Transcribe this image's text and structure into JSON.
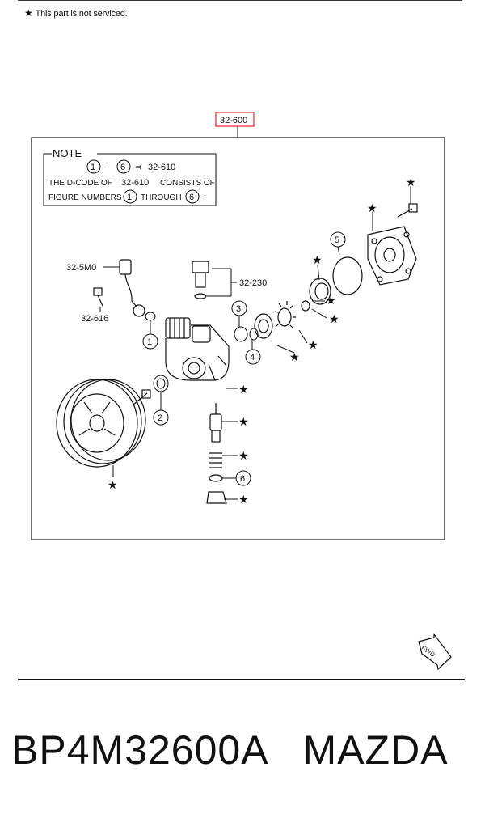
{
  "legend": {
    "star_symbol": "★",
    "text": "This part is not serviced."
  },
  "assembly_code": "32-600",
  "note": {
    "title": "NOTE",
    "range_start": "1",
    "range_end": "6",
    "arrow": "⇒",
    "range_code": "32-610",
    "line2_a": "THE D-CODE OF",
    "line2_code": "32-610",
    "line2_b": "CONSISTS OF",
    "line3_a": "FIGURE NUMBERS",
    "line3_n1": "1",
    "line3_b": "THROUGH",
    "line3_n2": "6",
    "line3_end": "."
  },
  "labels": {
    "code_5m0": "32-5M0",
    "code_616": "32-616",
    "code_230": "32-230"
  },
  "numbers": {
    "n1": "1",
    "n2": "2",
    "n3": "3",
    "n4": "4",
    "n5": "5",
    "n6": "6"
  },
  "star": "★",
  "fwd_label": "FWD",
  "footer": {
    "part_number": "BP4M32600A",
    "brand": "MAZDA"
  },
  "colors": {
    "highlight": "#e3343a",
    "ink": "#111111"
  }
}
